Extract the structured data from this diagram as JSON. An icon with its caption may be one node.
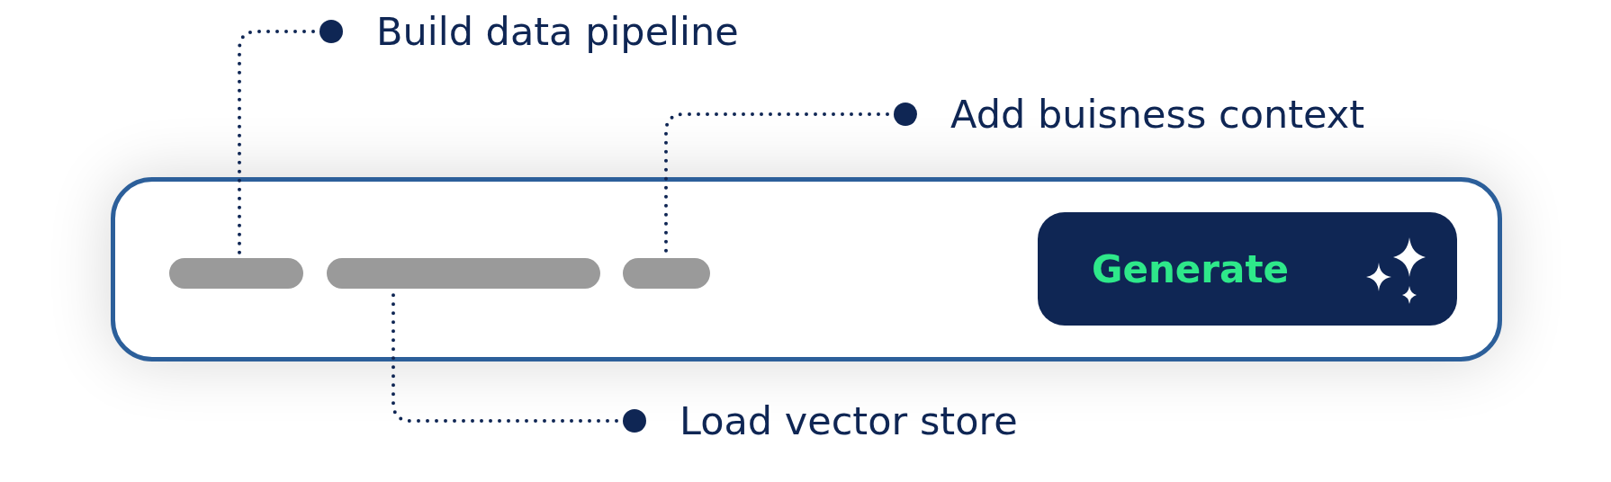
{
  "diagram": {
    "nodes": [
      {
        "text": [
          "Build data pipeline"
        ]
      },
      {
        "text": [
          "Add buisness context"
        ]
      },
      {
        "text": [],
        "shape": "box"
      },
      {
        "text": [],
        "shape": "bar",
        "in": 2
      },
      {
        "text": [],
        "shape": "bar",
        "in": 2
      },
      {
        "text": [],
        "shape": "bar",
        "in": 2
      },
      {
        "text": [
          "Generate"
        ],
        "in": 2
      },
      {
        "text": [
          "Load vector store"
        ]
      }
    ],
    "edges": [
      {
        "from": 0,
        "to": 3,
        "arrow": "other"
      },
      {
        "from": 1,
        "to": 5,
        "arrow": "other"
      },
      {
        "from": 7,
        "to": 4,
        "arrow": "other"
      }
    ]
  }
}
